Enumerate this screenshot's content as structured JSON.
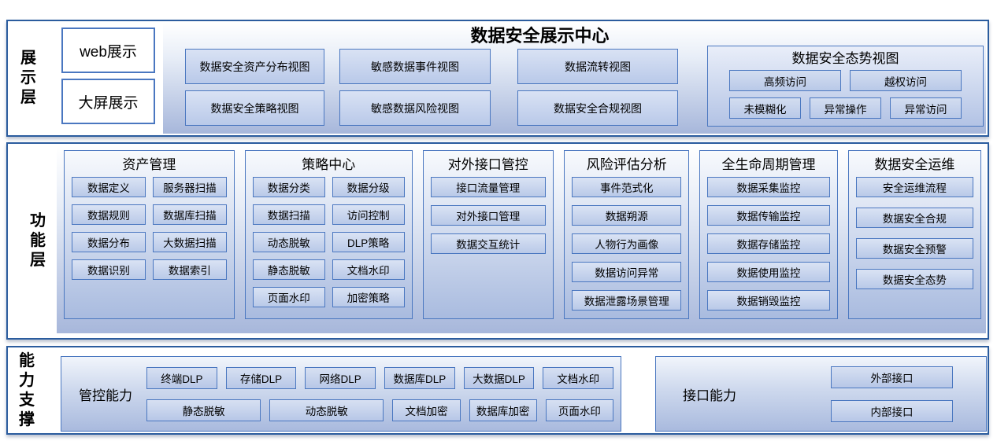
{
  "title": "数据安全展示中心",
  "colors": {
    "band_border": "#2b5c9e",
    "box_border": "#4a77c0",
    "gradient_top": "#ffffff",
    "gradient_bottom": "#a7b7db",
    "box_fill_top": "#dae3f4",
    "box_fill_bottom": "#b9c9e8",
    "text": "#000000"
  },
  "layers": {
    "display": {
      "label": "展示层",
      "modes": [
        "web展示",
        "大屏展示"
      ],
      "view_columns": [
        [
          "数据安全资产分布视图",
          "数据安全策略视图"
        ],
        [
          "敏感数据事件视图",
          "敏感数据风险视图"
        ],
        [
          "数据流转视图",
          "数据安全合规视图"
        ]
      ],
      "situation": {
        "title": "数据安全态势视图",
        "row1": [
          "高频访问",
          "越权访问"
        ],
        "row2": [
          "未模糊化",
          "异常操作",
          "异常访问"
        ]
      }
    },
    "function": {
      "label": "功能层",
      "columns": [
        {
          "title": "资产管理",
          "items": [
            "数据定义",
            "服务器扫描",
            "数据规则",
            "数据库扫描",
            "数据分布",
            "大数据扫描",
            "数据识别",
            "数据索引"
          ]
        },
        {
          "title": "策略中心",
          "items": [
            "数据分类",
            "数据分级",
            "数据扫描",
            "访问控制",
            "动态脱敏",
            "DLP策略",
            "静态脱敏",
            "文档水印",
            "页面水印",
            "加密策略"
          ]
        },
        {
          "title": "对外接口管控",
          "items": [
            "接口流量管理",
            "对外接口管理",
            "数据交互统计"
          ]
        },
        {
          "title": "风险评估分析",
          "items": [
            "事件范式化",
            "数据朔源",
            "人物行为画像",
            "数据访问异常",
            "数据泄露场景管理"
          ]
        },
        {
          "title": "全生命周期管理",
          "items": [
            "数据采集监控",
            "数据传输监控",
            "数据存储监控",
            "数据使用监控",
            "数据销毁监控"
          ]
        },
        {
          "title": "数据安全运维",
          "items": [
            "安全运维流程",
            "数据安全合规",
            "数据安全预警",
            "数据安全态势"
          ]
        }
      ]
    },
    "capability": {
      "label": "能力支撑",
      "control": {
        "title": "管控能力",
        "row1": [
          "终端DLP",
          "存储DLP",
          "网络DLP",
          "数据库DLP",
          "大数据DLP",
          "文档水印"
        ],
        "row2": [
          "静态脱敏",
          "动态脱敏",
          "文档加密",
          "数据库加密",
          "页面水印"
        ]
      },
      "interface": {
        "title": "接口能力",
        "items": [
          "外部接口",
          "内部接口"
        ]
      }
    }
  }
}
